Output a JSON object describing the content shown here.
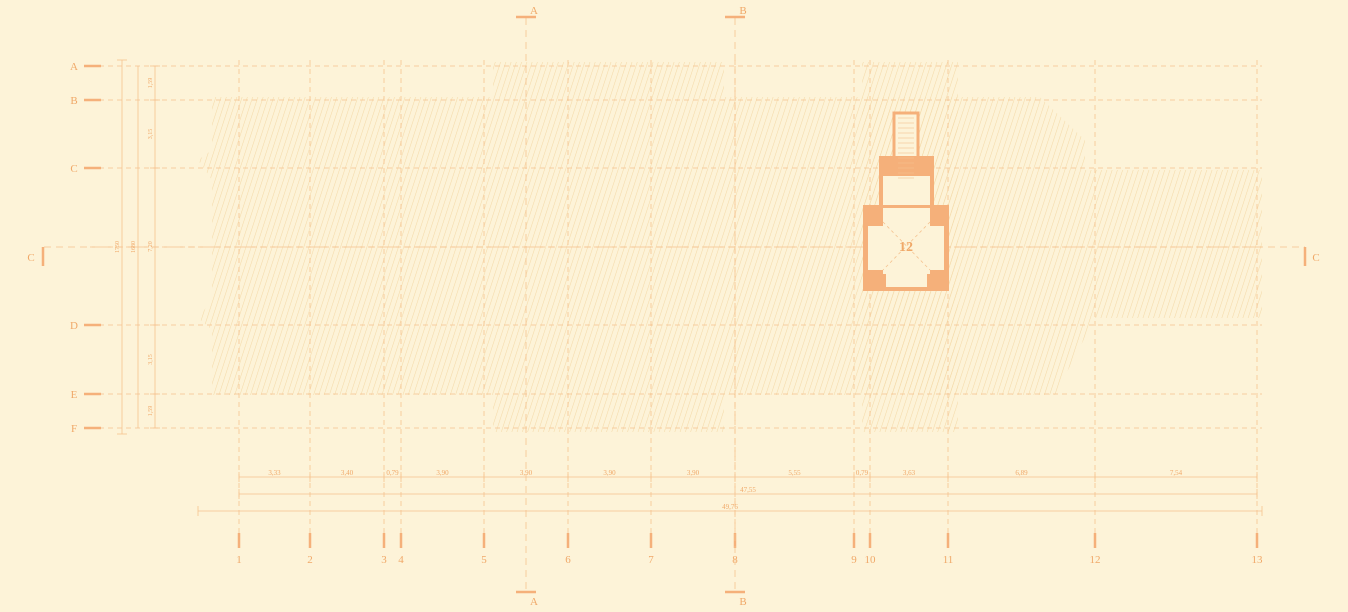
{
  "drawing": {
    "room_number": "12",
    "section_markers": [
      {
        "id": "section-a",
        "label": "A"
      },
      {
        "id": "section-b",
        "label": "B"
      },
      {
        "id": "section-c",
        "label": "C"
      }
    ],
    "row_axes": [
      "A",
      "B",
      "C",
      "D",
      "E",
      "F"
    ],
    "column_axes": [
      "1",
      "2",
      "3",
      "4",
      "5",
      "6",
      "7",
      "8",
      "9",
      "10",
      "11",
      "12",
      "13"
    ],
    "column_spacing_dims": [
      "3,33",
      "3,40",
      "0,79",
      "3,90",
      "3,90",
      "3,90",
      "3,90",
      "5,55",
      "0,79",
      "3,63",
      "6,89",
      "7,54"
    ],
    "total_axis_dim": "47,55",
    "overall_dim": "49,76",
    "row_spacing_dims": [
      "1,59",
      "3,15",
      "7,20",
      "3,15",
      "1,59"
    ],
    "row_total_inner_dim": "1680",
    "row_total_dim": "1750"
  },
  "colors": {
    "background": "#fdf3d8",
    "line": "#f5c28f",
    "accent": "#f5b07a",
    "hatch": "#f6dfb0"
  }
}
